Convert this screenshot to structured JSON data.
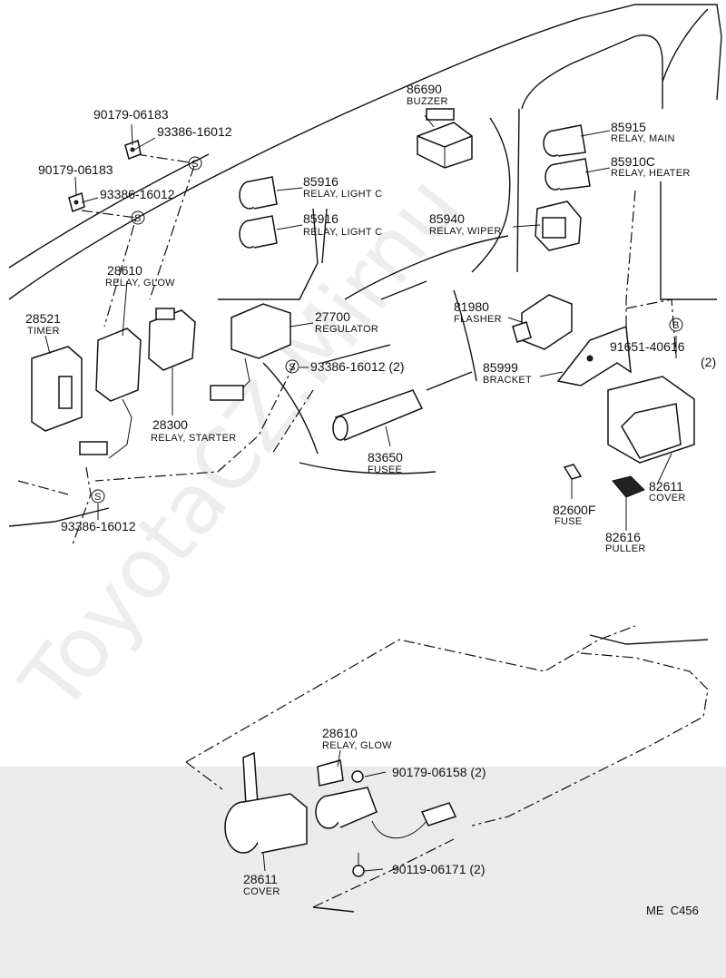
{
  "diagram_code": "ME  C456",
  "watermark": "ToyotaCZ.Mirnu",
  "callouts": [
    {
      "id": "c1",
      "number": "90179-06183",
      "name": ""
    },
    {
      "id": "c2",
      "number": "93386-16012",
      "name": ""
    },
    {
      "id": "c3",
      "number": "90179-06183",
      "name": ""
    },
    {
      "id": "c4",
      "number": "93386-16012",
      "name": ""
    },
    {
      "id": "c5",
      "number": "86690",
      "name": "BUZZER"
    },
    {
      "id": "c6",
      "number": "85916",
      "name": "RELAY, LIGHT C"
    },
    {
      "id": "c7",
      "number": "85916",
      "name": "RELAY, LIGHT C"
    },
    {
      "id": "c8",
      "number": "85915",
      "name": "RELAY, MAIN"
    },
    {
      "id": "c9",
      "number": "85910C",
      "name": "RELAY, HEATER"
    },
    {
      "id": "c10",
      "number": "85940",
      "name": "RELAY, WIPER"
    },
    {
      "id": "c11",
      "number": "28610",
      "name": "RELAY, GLOW"
    },
    {
      "id": "c12",
      "number": "28521",
      "name": "TIMER"
    },
    {
      "id": "c13",
      "number": "27700",
      "name": "REGULATOR"
    },
    {
      "id": "c14",
      "number": "93386-16012 (2)",
      "name": ""
    },
    {
      "id": "c15",
      "number": "81980",
      "name": "FLASHER"
    },
    {
      "id": "c16",
      "number": "91651-40616",
      "name": "(2)"
    },
    {
      "id": "c17",
      "number": "85999",
      "name": "BRACKET"
    },
    {
      "id": "c18",
      "number": "28300",
      "name": "RELAY, STARTER"
    },
    {
      "id": "c19",
      "number": "83650",
      "name": "FUSEE"
    },
    {
      "id": "c20",
      "number": "82611",
      "name": "COVER"
    },
    {
      "id": "c21",
      "number": "82600F",
      "name": "FUSE"
    },
    {
      "id": "c22",
      "number": "82616",
      "name": "PULLER"
    },
    {
      "id": "c23",
      "number": "93386-16012",
      "name": ""
    },
    {
      "id": "c24",
      "number": "28610",
      "name": "RELAY, GLOW"
    },
    {
      "id": "c25",
      "number": "90179-06158 (2)",
      "name": ""
    },
    {
      "id": "c26",
      "number": "28611",
      "name": "COVER"
    },
    {
      "id": "c27",
      "number": "90119-06171 (2)",
      "name": ""
    }
  ],
  "markers": {
    "s": "S",
    "b": "B"
  }
}
